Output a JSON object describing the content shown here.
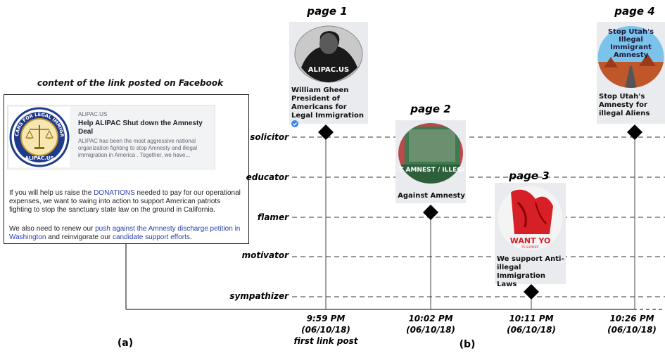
{
  "left_panel": {
    "heading": "content of the link posted on Facebook",
    "card": {
      "site": "ALIPAC.US",
      "title": "Help ALIPAC Shut down the Amnesty Deal",
      "description": "ALIPAC has been the most aggressive national organization fighting to stop Amnesty and illegal immigration in America . Together, we have...",
      "logo_ring_text": "AMERICANS FOR LEGAL IMMIGRATION",
      "logo_bottom_text": "ALIPAC.US"
    },
    "para1_before": "If you will help us raise the ",
    "para1_link": "DONATIONS",
    "para1_after": " needed to pay for our operational expenses, we want to swing into action to support American patriots fighting to stop the sanctuary state law on the ground in California.",
    "para2_before": "We also need to renew our ",
    "para2_link1": "push against the Amnesty discharge petition in Washington",
    "para2_mid": " and reinvigorate our ",
    "para2_link2": "candidate support efforts",
    "para2_after": ".",
    "sublabel": "(a)"
  },
  "right_panel": {
    "sublabel": "(b)",
    "roles": [
      "solicitor",
      "educator",
      "flamer",
      "motivator",
      "sympathizer"
    ],
    "pages": [
      {
        "title": "page 1",
        "caption": "William Gheen President of Americans for Legal Immigration",
        "image_text": "ALIPAC.US",
        "time": "9:59 PM",
        "date": "(06/10/18)",
        "note": "first link post",
        "role": "solicitor"
      },
      {
        "title": "page 2",
        "caption": "Against Amnesty",
        "image_text": "GAINST AMNEST / ILLEGAL ALI",
        "time": "10:02 PM",
        "date": "(06/10/18)",
        "role": "flamer"
      },
      {
        "title": "page 3",
        "caption": "We support Anti-illegal Immigration Laws",
        "image_text": "WANT YO",
        "image_subtext": "TO SUPPORT",
        "time": "10:11 PM",
        "date": "(06/10/18)",
        "role": "sympathizer"
      },
      {
        "title": "page 4",
        "caption": "Stop Utah's Amnesty for illegal Aliens",
        "image_text": "Stop Utah's Illegal Immigrant Amnesty",
        "time": "10:26 PM",
        "date": "(06/10/18)",
        "role": "solicitor"
      }
    ],
    "colors": {
      "line": "#333333",
      "card_bg": "#e9ebef",
      "link": "#2b3fb0",
      "verified": "#3b82f6"
    }
  }
}
